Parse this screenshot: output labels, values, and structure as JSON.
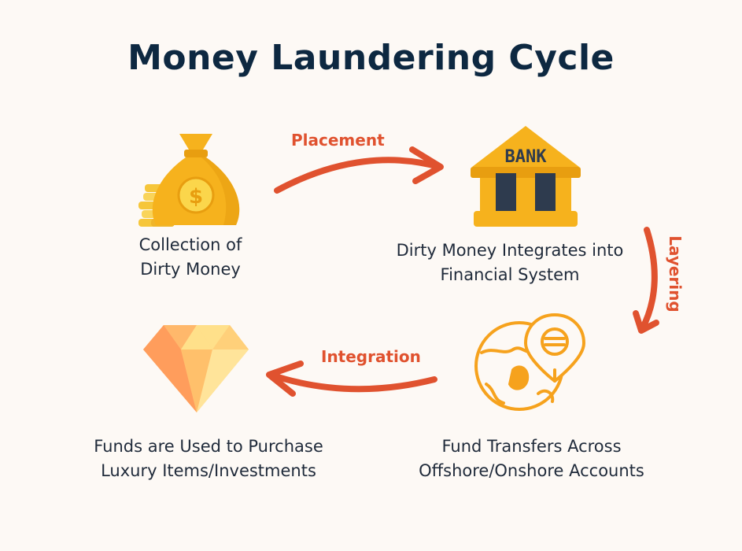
{
  "title": "Money Laundering Cycle",
  "nodes": {
    "collection": {
      "line1": "Collection of",
      "line2": "Dirty Money",
      "icon": "money-bag-icon"
    },
    "bank": {
      "line1": "Dirty Money Integrates into",
      "line2": "Financial System",
      "icon": "bank-icon",
      "sign": "BANK"
    },
    "transfers": {
      "line1": "Fund Transfers Across",
      "line2": "Offshore/Onshore Accounts",
      "icon": "globe-pin-icon"
    },
    "luxury": {
      "line1": "Funds are Used to Purchase",
      "line2": "Luxury Items/Investments",
      "icon": "diamond-icon"
    }
  },
  "arrows": {
    "placement": "Placement",
    "layering": "Layering",
    "integration": "Integration"
  },
  "colors": {
    "title": "#0d2841",
    "arrow": "#e0522f",
    "gold": "#f6b21d",
    "background": "#fdf9f5"
  }
}
